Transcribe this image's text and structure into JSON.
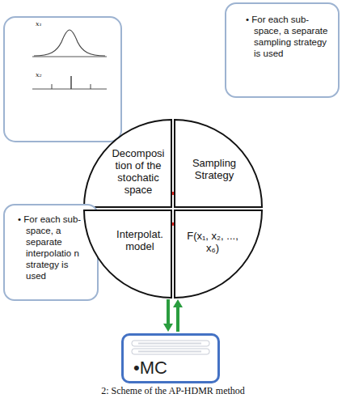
{
  "diagram": {
    "caption": "2: Scheme of the AP-HDMR method",
    "nodes": [
      {
        "text": [
          "• For each sub-space, a separate sampling strategy is used"
        ]
      },
      {
        "text": [
          "Decomposi tion of the stochatic space"
        ]
      },
      {
        "text": [
          "Sampling Strategy"
        ]
      },
      {
        "text": [
          "• For each sub-space, a separate interpolatio n strategy is used"
        ]
      },
      {
        "text": [
          "Interpolat. model"
        ]
      },
      {
        "text": [
          "F(x₁, x₂, ..., x₆)"
        ]
      },
      {
        "text": [
          "•MC"
        ]
      }
    ],
    "edges": [
      {
        "from": 4,
        "to": 6,
        "arrow": "to"
      },
      {
        "from": 6,
        "to": 5,
        "arrow": "to"
      }
    ],
    "labels": [
      "x₁",
      "x₂"
    ]
  }
}
